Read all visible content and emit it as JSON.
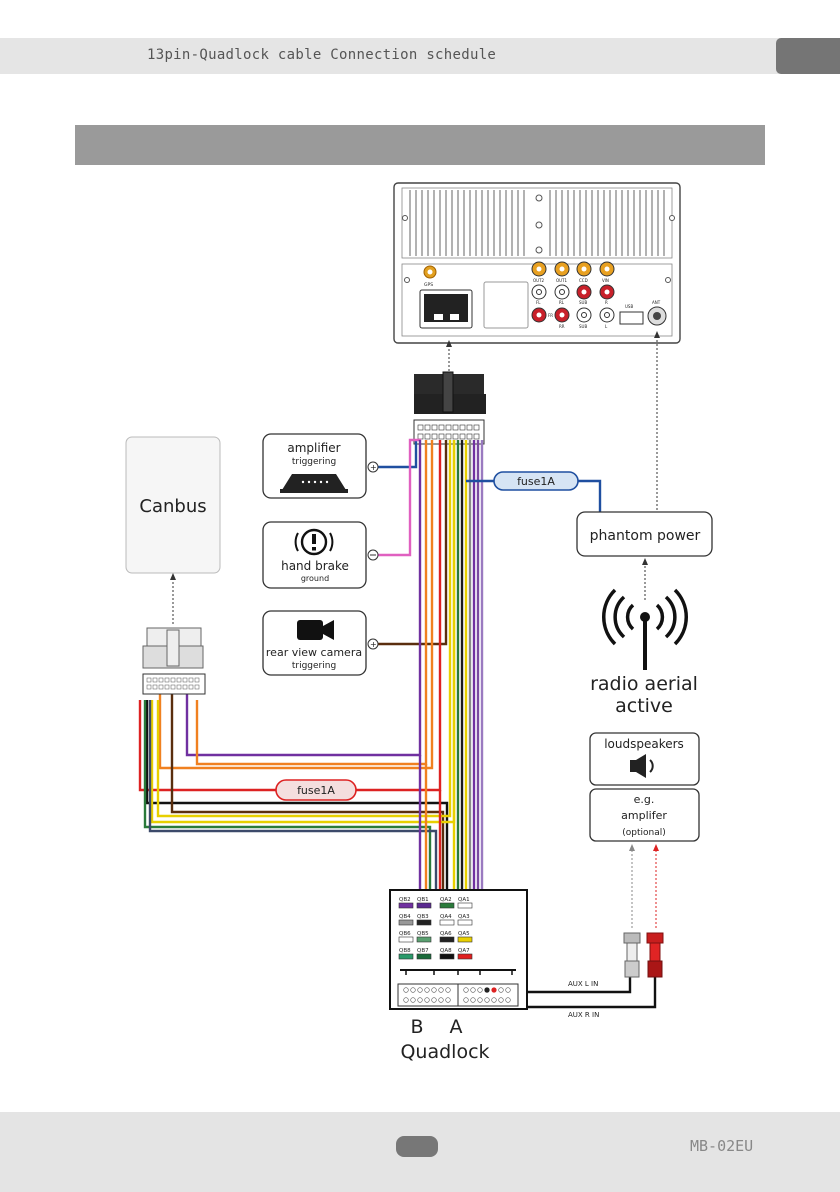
{
  "header": {
    "title": "13pin-Quadlock cable Connection schedule"
  },
  "footer": {
    "model": "MB-02EU"
  },
  "diagram": {
    "canbus_label": "Canbus",
    "amplifier_label": "amplifier",
    "amplifier_sub": "triggering",
    "handbrake_label": "hand brake",
    "handbrake_sub": "ground",
    "camera_label": "rear view camera",
    "camera_sub": "triggering",
    "fuse_top": "fuse1A",
    "fuse_left": "fuse1A",
    "phantom_power": "phantom power",
    "radio_aerial_line1": "radio aerial",
    "radio_aerial_line2": "active",
    "loudspeakers": "loudspeakers",
    "amp_opt_line1": "e.g.",
    "amp_opt_line2": "amplifer",
    "amp_opt_line3": "(optional)",
    "aux_l": "AUX L IN",
    "aux_r": "AUX R IN",
    "label_b": "B",
    "label_a": "A",
    "quadlock": "Quadlock",
    "pins": {
      "qb2": "QB2",
      "qb1": "QB1",
      "qa2": "QA2",
      "qa1": "QA1",
      "qb4": "QB4",
      "qb3": "QB3",
      "qa4": "QA4",
      "qa3": "QA3",
      "qb6": "QB6",
      "qb5": "QB5",
      "qa6": "QA6",
      "qa5": "QA5",
      "qb8": "QB8",
      "qb7": "QB7",
      "qa8": "QA8",
      "qa7": "QA7"
    },
    "radio_ports": {
      "gps": "GPS",
      "out2": "OUT2",
      "out1": "OUT1",
      "ccd": "CCD",
      "vin": "VIN",
      "fl": "FL",
      "rl": "RL",
      "sub": "SUB",
      "r": "R",
      "fr": "FR",
      "rr": "RR",
      "sub2": "SUB",
      "l": "L",
      "usb": "USB",
      "ant": "ANT"
    }
  },
  "colors": {
    "blue": "#1f4fa0",
    "pink": "#e060c0",
    "brown": "#5a2e0e",
    "red": "#d22",
    "orange": "#f08020",
    "purple": "#7030a0",
    "yellow": "#e8d000",
    "green": "#2a7a3a",
    "fuse_fill": "#d6e4f4"
  }
}
